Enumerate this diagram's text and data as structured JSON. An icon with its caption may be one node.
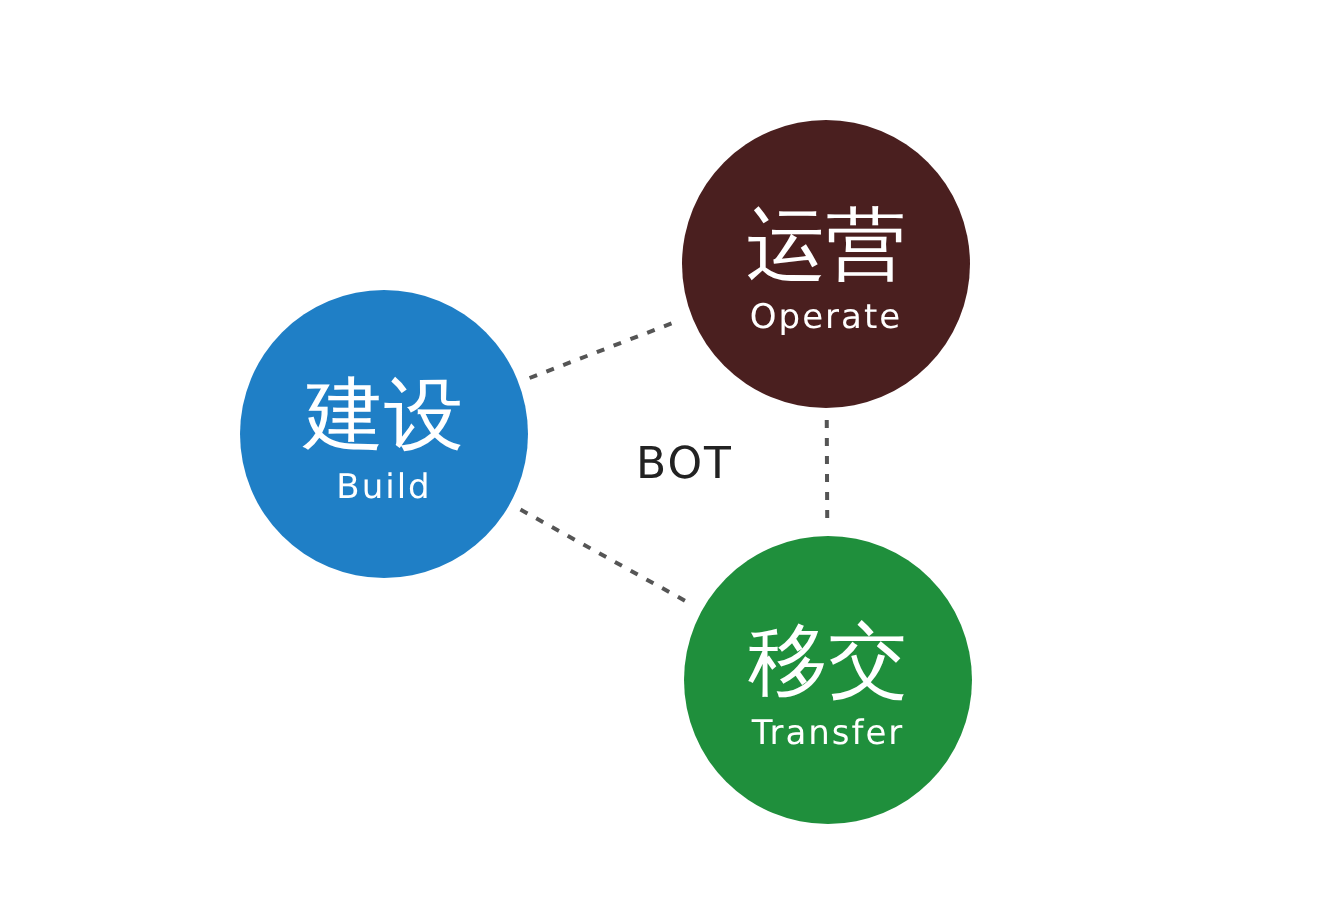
{
  "diagram": {
    "nodes": [
      {
        "text": [
          "运营",
          "Operate"
        ]
      },
      {
        "text": [
          "建设",
          "Build"
        ]
      },
      {
        "text": [
          "移交",
          "Transfer"
        ]
      }
    ],
    "edges": [
      {
        "from": 1,
        "to": 0,
        "arrow": "none",
        "style": "dashed"
      },
      {
        "from": 1,
        "to": 2,
        "arrow": "none",
        "style": "dashed"
      },
      {
        "from": 0,
        "to": 2,
        "arrow": "none",
        "style": "dashed"
      }
    ],
    "labels": [
      "BOT"
    ]
  }
}
